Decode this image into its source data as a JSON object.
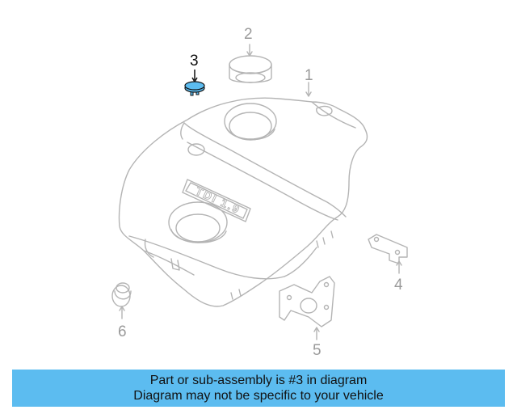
{
  "callouts": {
    "c1": "1",
    "c2": "2",
    "c3": "3",
    "c4": "4",
    "c5": "5",
    "c6": "6"
  },
  "emblem_text": "TDI 1.9",
  "highlight_color": "#5cbcf0",
  "line_color": "#b4b4b4",
  "banner": {
    "line1": "Part or sub-assembly is #3 in diagram",
    "line2": "Diagram may not be specific to your vehicle"
  }
}
